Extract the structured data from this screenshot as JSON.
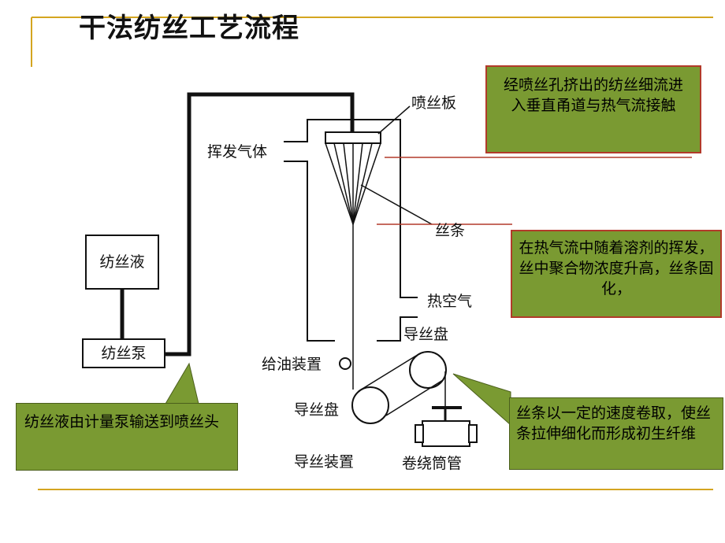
{
  "title": "干法纺丝工艺流程",
  "diagram": {
    "labels": {
      "spinneret": "喷丝板",
      "volatile_gas": "挥发气体",
      "filament": "丝条",
      "hot_air": "热空气",
      "guide_disc_top": "导丝盘",
      "oiling_device": "给油装置",
      "guide_disc_bottom": "导丝盘",
      "guide_device": "导丝装置",
      "winding_tube": "卷绕筒管"
    },
    "boxes": {
      "spinning_solution": "纺丝液",
      "spinning_pump": "纺丝泵"
    }
  },
  "notes": {
    "spinneret_note": "经喷丝孔挤出的纺丝细流进入垂直甬道与热气流接触",
    "evaporation_note": "在热气流中随着溶剂的挥发，丝中聚合物浓度升高，丝条固化，",
    "pump_note": "纺丝液由计量泵输送到喷丝头",
    "winding_note": "丝条以一定的速度卷取，使丝条拉伸细化而形成初生纤维"
  },
  "colors": {
    "note_fill": "#7a9a32",
    "accent_line": "#d4a520",
    "pointer_line": "#b23a2a"
  }
}
